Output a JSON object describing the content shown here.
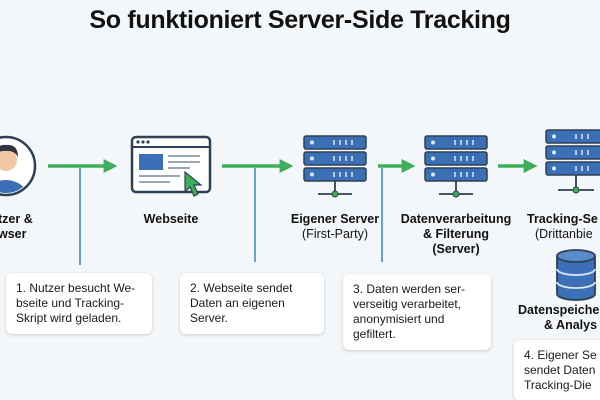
{
  "title": "So funktioniert Server-Side Tracking",
  "colors": {
    "accent_green": "#3fae5a",
    "server_blue": "#3b6fb6",
    "browser_outline": "#2e4053"
  },
  "steps": [
    {
      "name": "user",
      "icon": "user-icon",
      "label": [
        "tzer &",
        "wser"
      ]
    },
    {
      "name": "website",
      "icon": "browser-window-icon",
      "label": [
        "Webseite"
      ]
    },
    {
      "name": "own-server",
      "icon": "server-icon",
      "label": [
        "Eigener Server",
        "(First-Party)"
      ]
    },
    {
      "name": "processing",
      "icon": "server-icon",
      "label": [
        "Datenverarbeitung",
        "& Filterung",
        "(Server)"
      ]
    },
    {
      "name": "tracking-service",
      "icon": "server-icon",
      "label": [
        "Tracking-Se",
        "(Drittanbie"
      ]
    },
    {
      "name": "data-storage",
      "icon": "database-icon",
      "label": [
        "Datenspeiche",
        "& Analys"
      ]
    }
  ],
  "notes": [
    {
      "lines": [
        "1. Nutzer besucht We-",
        "bseite und Tracking-",
        "Skript wird geladen."
      ]
    },
    {
      "lines": [
        "2. Webseite sendet",
        "Daten an eigenen",
        "Server."
      ]
    },
    {
      "lines": [
        "3. Daten werden ser-",
        "verseitig verarbeitet,",
        "anonymisiert und",
        "gefiltert."
      ]
    },
    {
      "lines": [
        "4. Eigener Se",
        "sendet Daten",
        "Tracking-Die"
      ]
    }
  ]
}
